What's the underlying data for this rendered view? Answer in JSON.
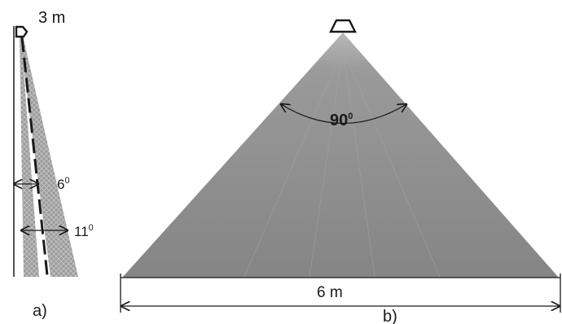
{
  "panel_a": {
    "height_label": "3 m",
    "narrow_angle": "6",
    "wide_angle": "11",
    "degree_mark": "0",
    "caption": "a)"
  },
  "panel_b": {
    "angle_value": "90",
    "degree_mark": "0",
    "width_label": "6 m",
    "caption": "b)"
  },
  "colors": {
    "beam_fill": "#8c8c8c",
    "beam_stripe": "#a9a9a9",
    "line": "#1a1a1a"
  }
}
